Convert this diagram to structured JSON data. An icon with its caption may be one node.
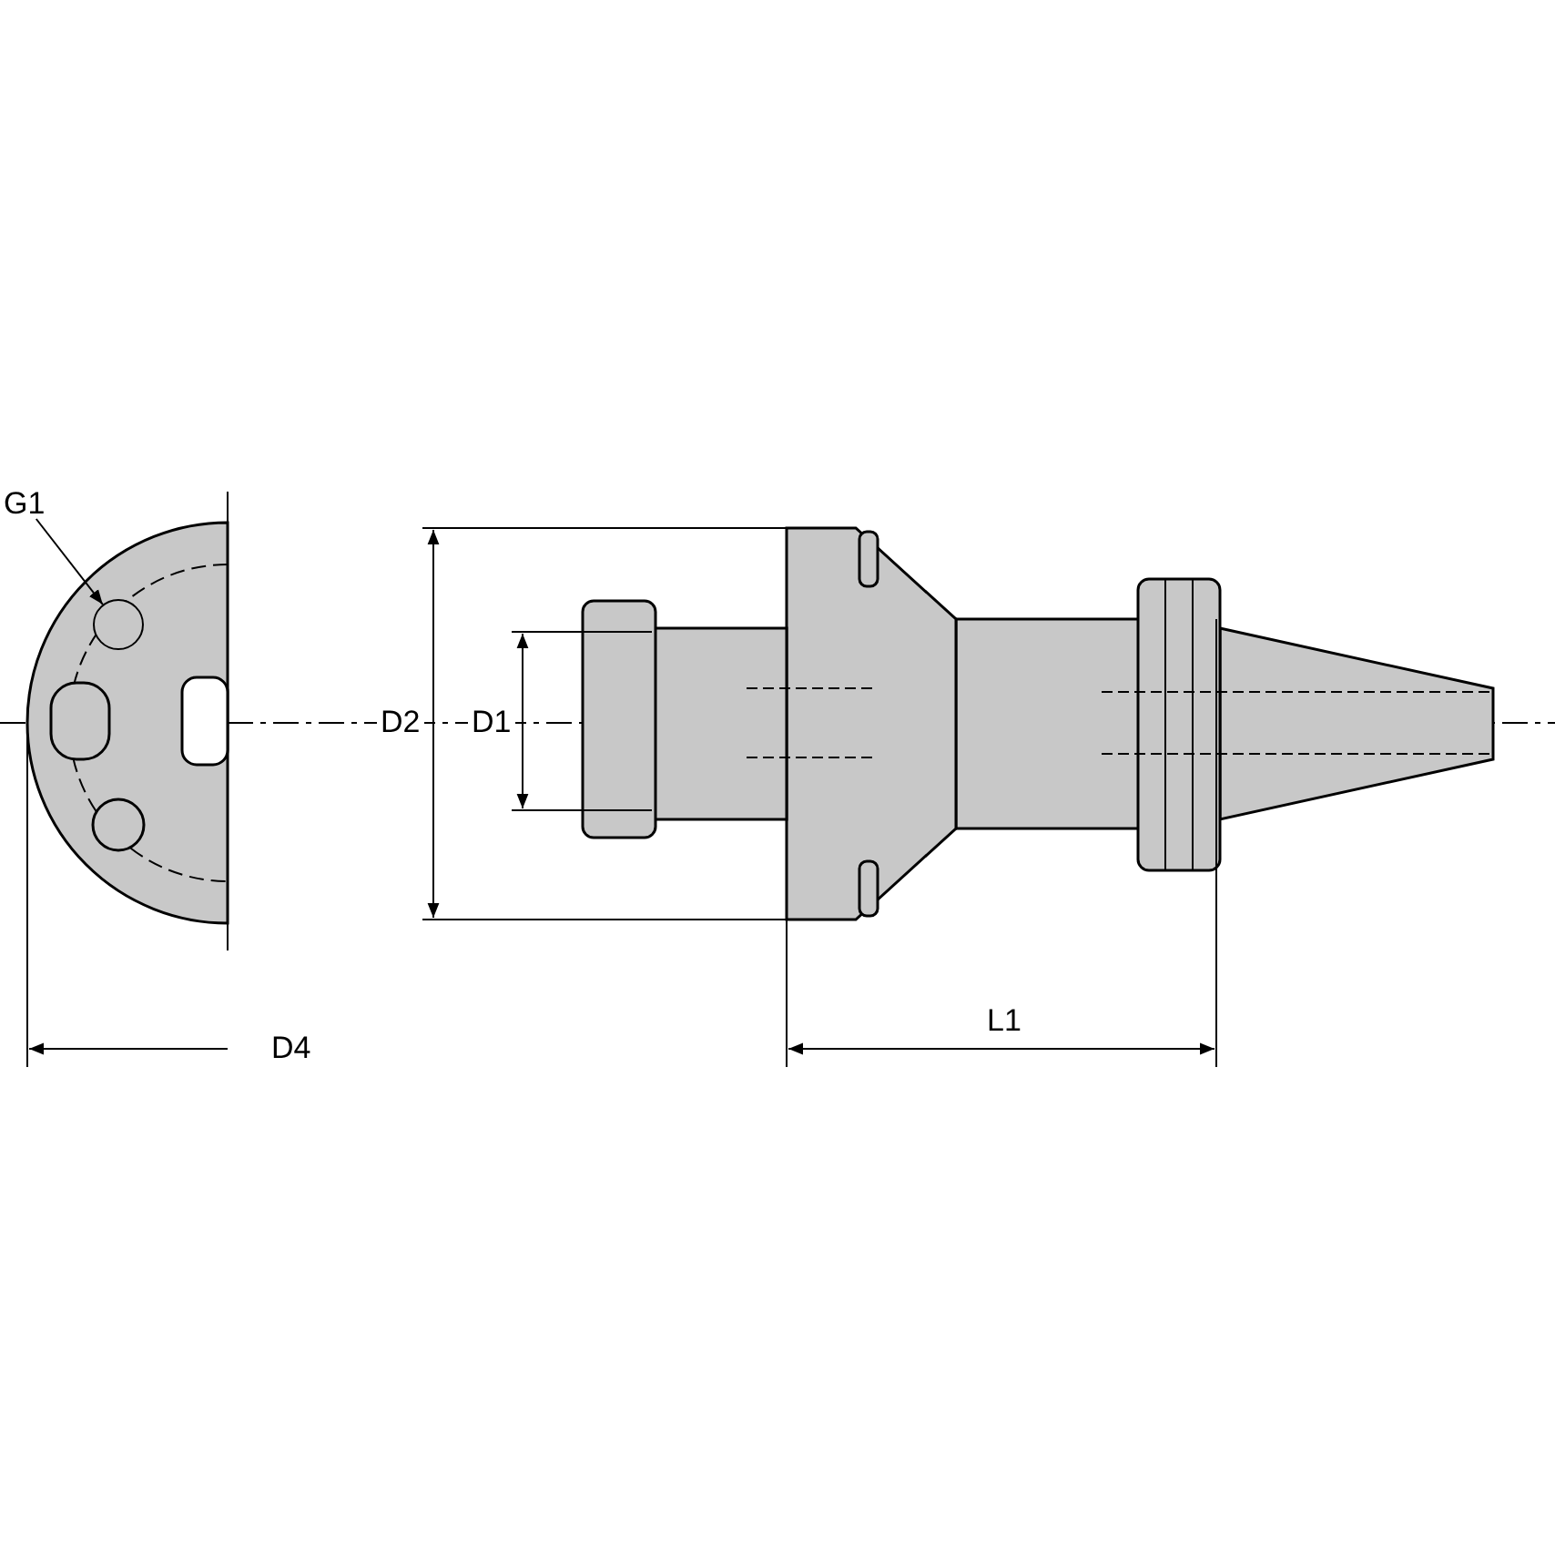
{
  "diagram": {
    "nodes": [
      {
        "text": [
          "G1"
        ]
      },
      {
        "text": [],
        "shape": "circle"
      }
    ],
    "edges": [
      {
        "from": 0,
        "to": 1,
        "arrow": "to"
      }
    ],
    "labels": [
      "D2",
      "D1",
      "D4",
      "L1"
    ]
  }
}
